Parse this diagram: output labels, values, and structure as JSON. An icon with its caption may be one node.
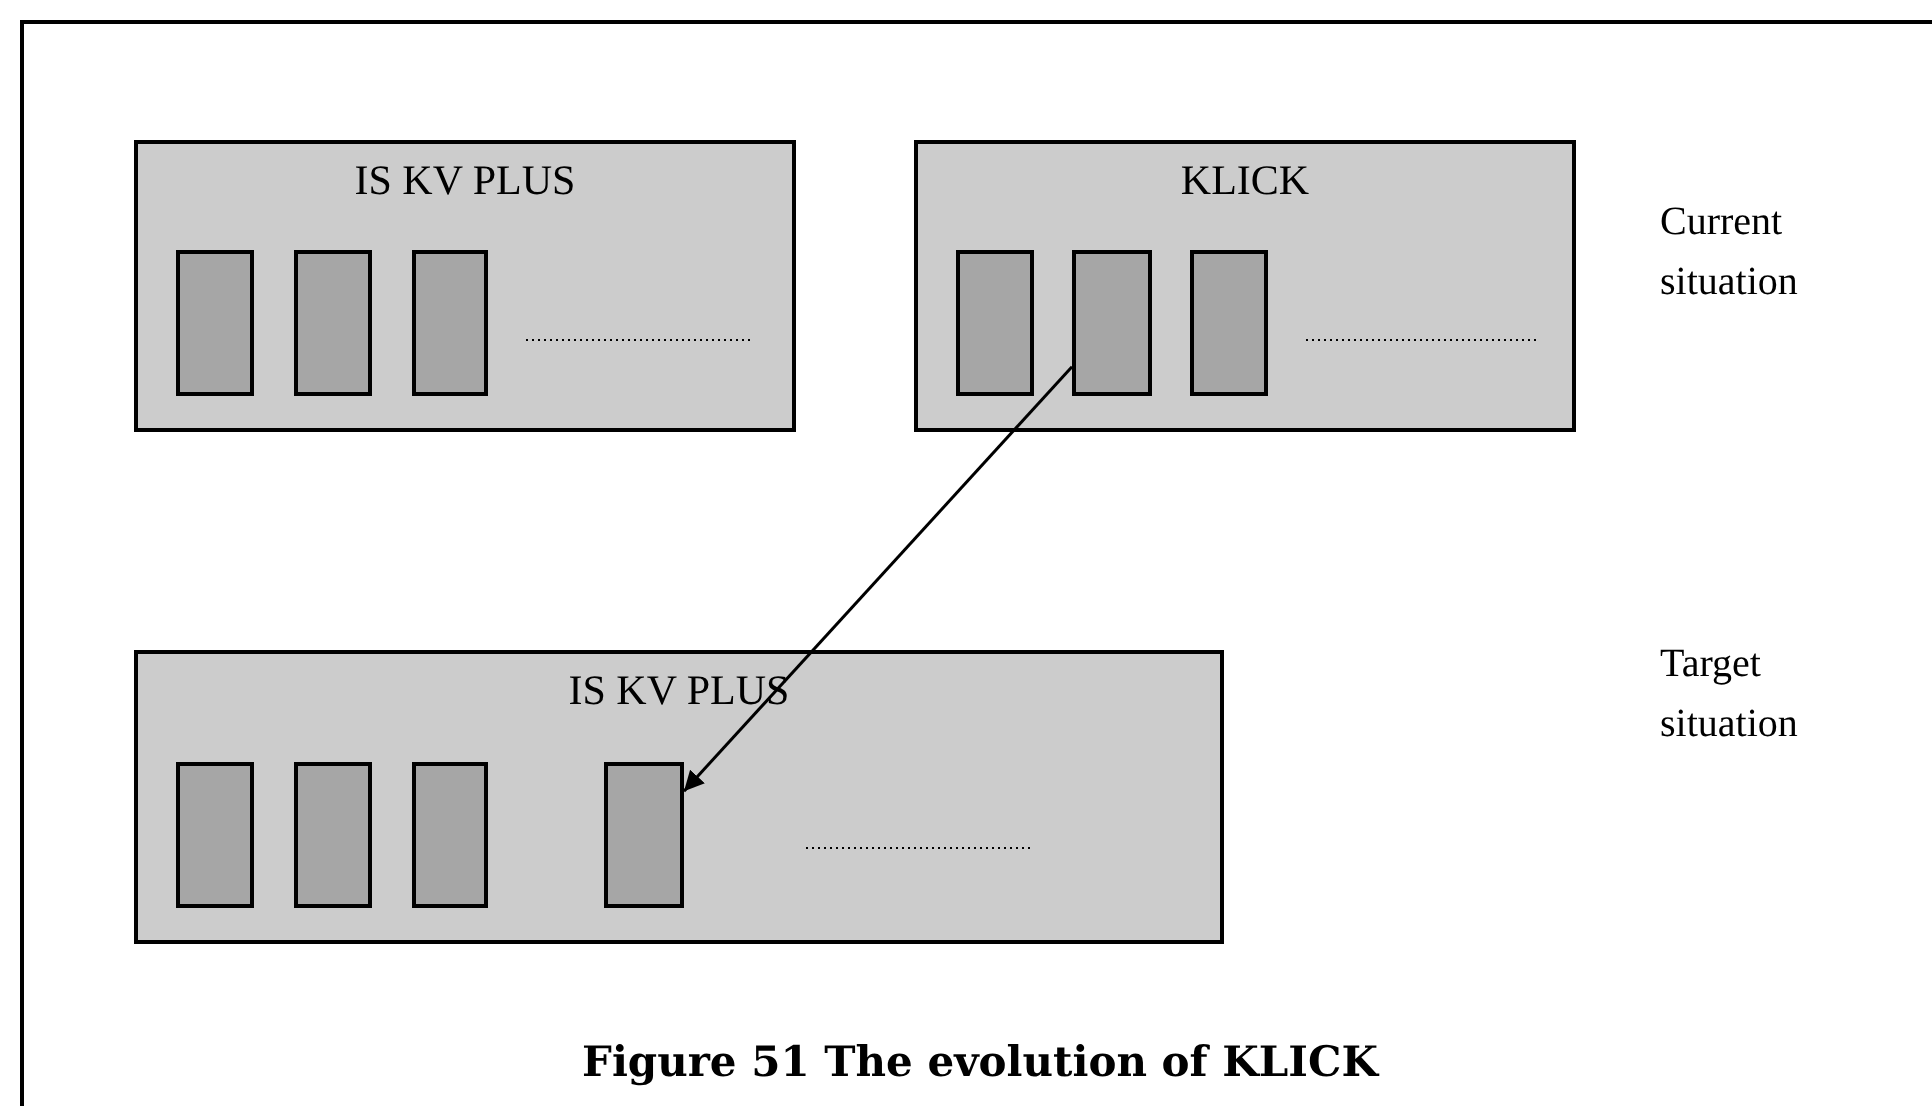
{
  "diagram": {
    "caption": "Figure 51 The evolution of KLICK",
    "nodes": [
      {
        "text": [
          "IS KV PLUS"
        ]
      },
      {
        "text": [],
        "shape": "box",
        "in": 0
      },
      {
        "text": [],
        "shape": "box",
        "in": 0
      },
      {
        "text": [],
        "shape": "box",
        "in": 0
      },
      {
        "text": [
          "KLICK"
        ]
      },
      {
        "text": [],
        "shape": "box",
        "in": 4
      },
      {
        "text": [],
        "shape": "box",
        "in": 4
      },
      {
        "text": [],
        "shape": "box",
        "in": 4
      },
      {
        "text": [
          "IS KV PLUS"
        ]
      },
      {
        "text": [],
        "shape": "box",
        "in": 8
      },
      {
        "text": [],
        "shape": "box",
        "in": 8
      },
      {
        "text": [],
        "shape": "box",
        "in": 8
      },
      {
        "text": [],
        "shape": "box",
        "in": 8
      }
    ],
    "edges": [
      {
        "from": 6,
        "to": 12,
        "arrow": "to"
      }
    ],
    "labels": [
      "Current situation",
      "Target situation"
    ]
  }
}
